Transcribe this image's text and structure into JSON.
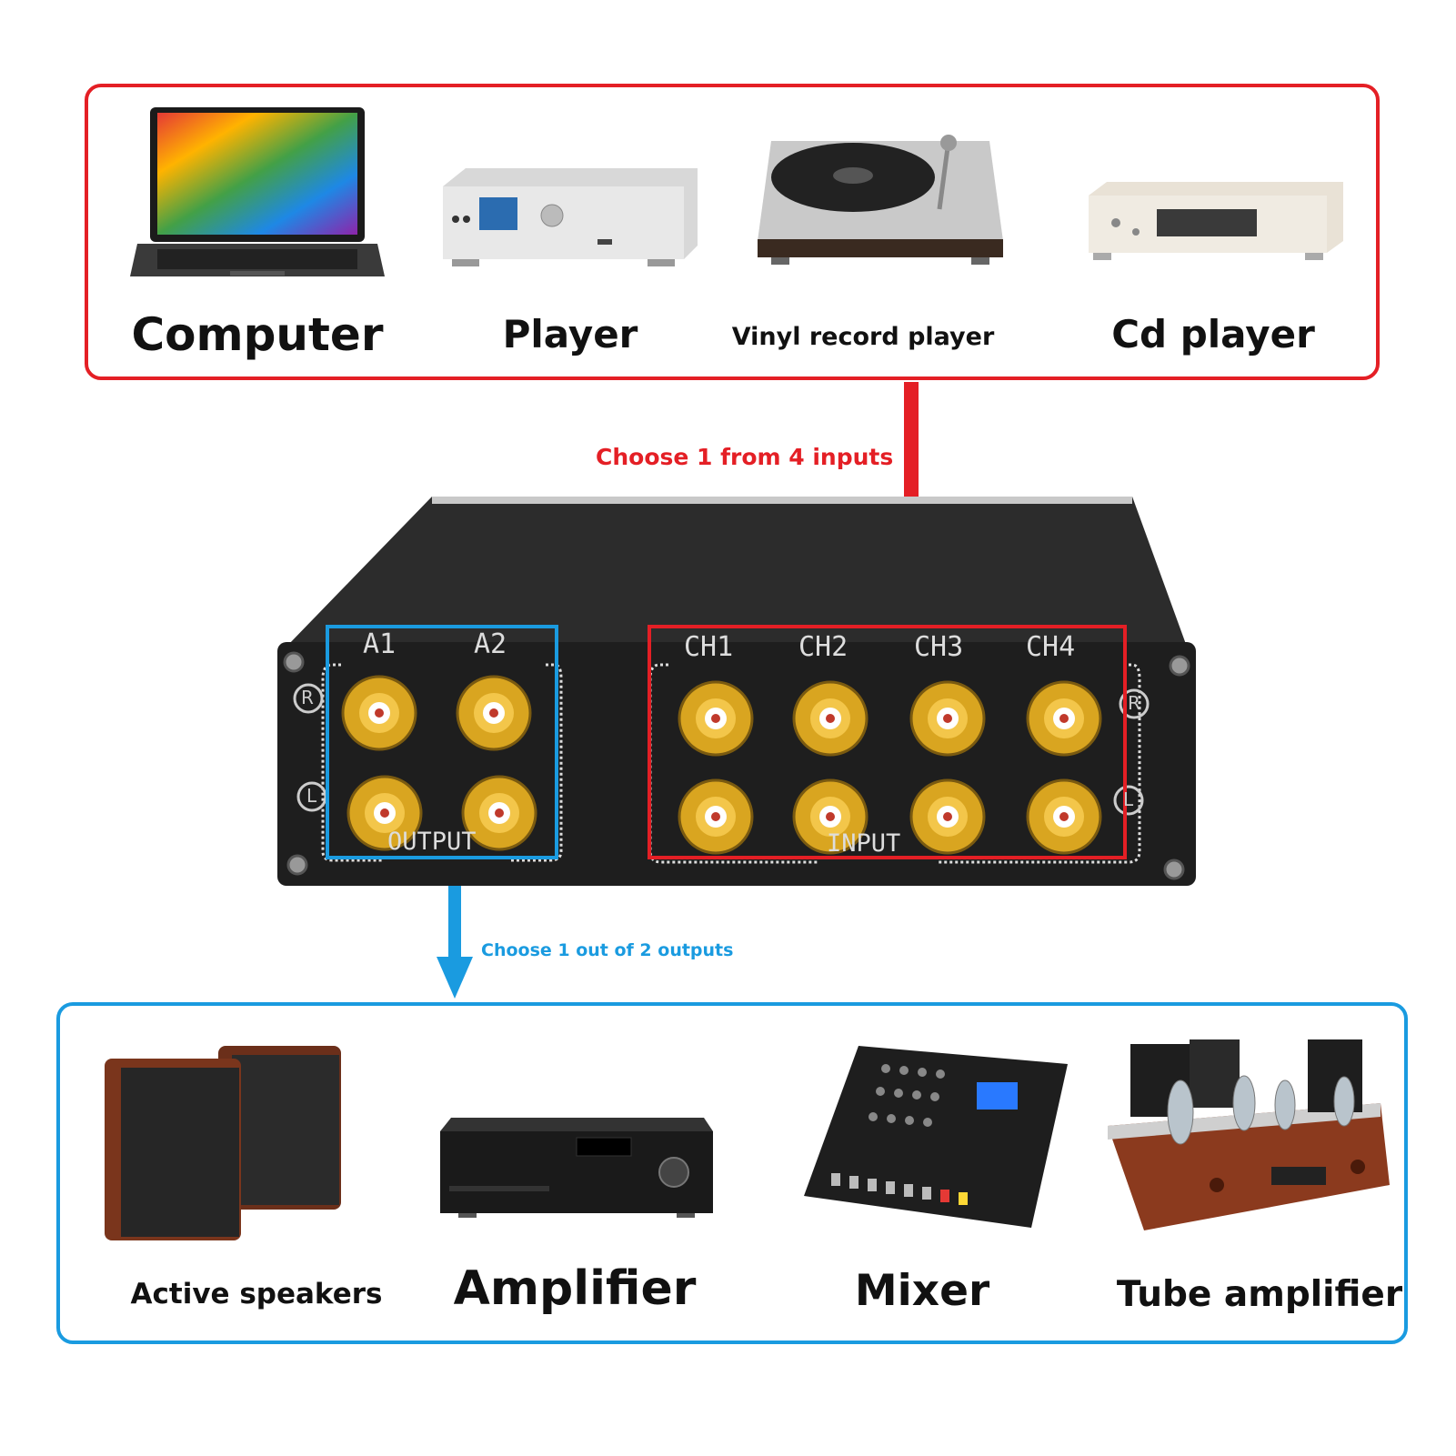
{
  "inputs_panel": {
    "computer": "Computer",
    "player": "Player",
    "vinyl": "Vinyl record player",
    "cd": "Cd player"
  },
  "outputs_panel": {
    "speakers": "Active speakers",
    "amplifier": "Amplifier",
    "mixer": "Mixer",
    "tube": "Tube amplifier"
  },
  "notes": {
    "inputs": "Choose 1 from 4 inputs",
    "outputs": "Choose 1 out of 2 outputs"
  },
  "switcher": {
    "output_group": "OUTPUT",
    "input_group": "INPUT",
    "output_channels": [
      "A1",
      "A2"
    ],
    "input_channels": [
      "CH1",
      "CH2",
      "CH3",
      "CH4"
    ],
    "right_marker": "R",
    "left_marker": "L"
  },
  "colors": {
    "input_accent": "#e41f25",
    "output_accent": "#1a9be0",
    "jack_gold": "#d9a520"
  }
}
